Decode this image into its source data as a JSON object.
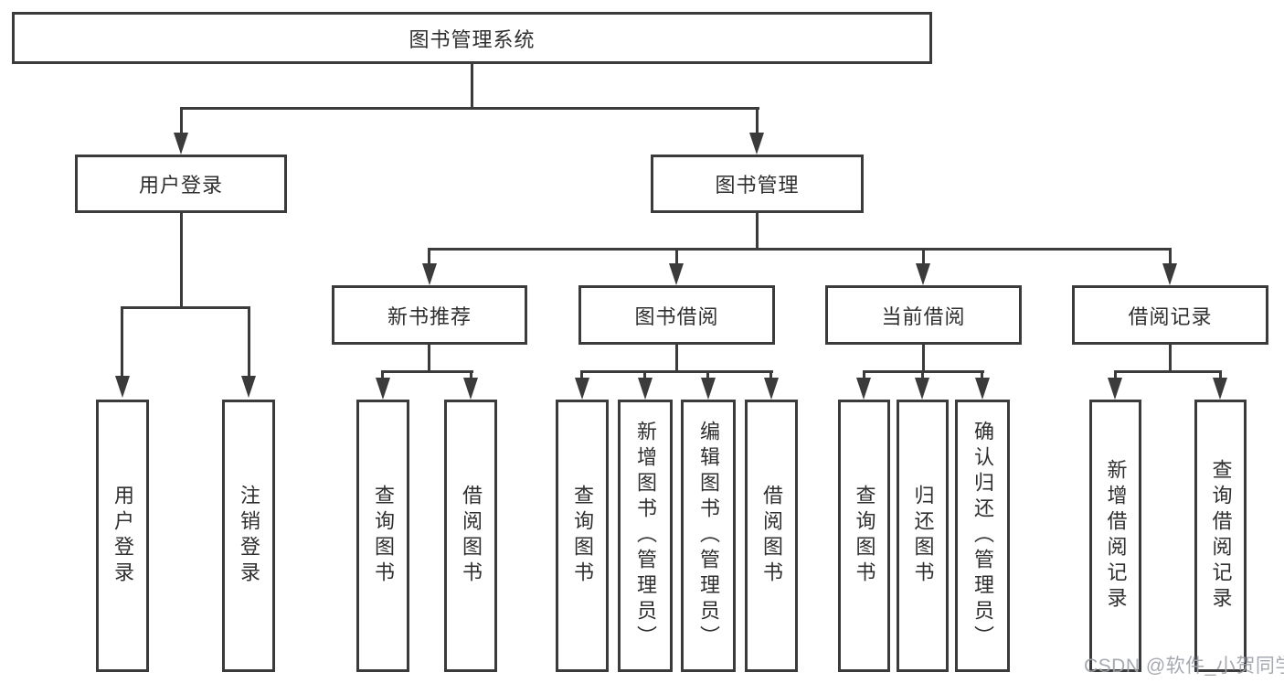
{
  "diagram": {
    "root": {
      "label": "图书管理系统"
    },
    "branches": [
      {
        "label": "用户登录",
        "children": [
          {
            "label": "用户登录"
          },
          {
            "label": "注销登录"
          }
        ]
      },
      {
        "label": "图书管理",
        "children": [
          {
            "label": "新书推荐",
            "children": [
              {
                "label": "查询图书"
              },
              {
                "label": "借阅图书"
              }
            ]
          },
          {
            "label": "图书借阅",
            "children": [
              {
                "label": "查询图书"
              },
              {
                "label": "新增图书（管理员）"
              },
              {
                "label": "编辑图书（管理员）"
              },
              {
                "label": "借阅图书"
              }
            ]
          },
          {
            "label": "当前借阅",
            "children": [
              {
                "label": "查询图书"
              },
              {
                "label": "归还图书"
              },
              {
                "label": "确认归还（管理员）"
              }
            ]
          },
          {
            "label": "借阅记录",
            "children": [
              {
                "label": "新增借阅记录"
              },
              {
                "label": "查询借阅记录"
              }
            ]
          }
        ]
      }
    ]
  },
  "watermark": {
    "text": "CSDN @软件_小贺同学"
  },
  "colors": {
    "line": "#3b3b3b",
    "text": "#2f2f2f",
    "background": "#ffffff",
    "watermark": "#9ea3a9"
  }
}
